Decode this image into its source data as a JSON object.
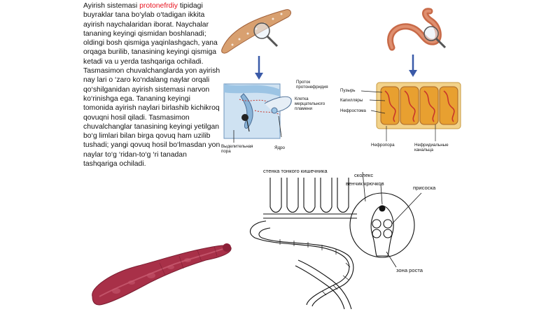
{
  "text": {
    "p1_lead": "Ayirish sistemasi ",
    "p1_highlight": "protonefrdiy",
    "p1_rest": " tipidagi buyraklar tana bo‘ylab o‘tadigan ikkita ayirish naychalaridan iborat. Naychalar tananing keyingi qismidan boshlanadi; oldingi bosh qismiga yaqinlashgach, yana orqaga burilib, tanasining keyingi qismiga ketadi va u yerda tashqariga ochiladi.",
    "p2": "Tasmasimon chuvalchanglarda yon ayirish nay lari o ‘zaro ko‘ndalang naylar orqali qo‘shilganidan ayirish sistemasi narvon ko‘rinishga ega. Tananing keyingi tomonida ayirish naylari birlashib kichikroq qovuqni hosil qiladi. Tasmasimon chuvalchanglar tanasining keyingi yetilgan bo‘g limlari bilan birga qovuq ham uzilib tushadi; yangi qovuq hosil bo‘lmasdan yon naylar to‘g ‘ridan-to‘g ‘ri tanadan tashqariga ochiladi."
  },
  "colors": {
    "highlight": "#e8121e",
    "arrow": "#3a5aa8",
    "worm_pink": "#b0304e",
    "tissue_blue": "#9cc4e4",
    "nephridia_orange": "#e8a030",
    "nephridia_red": "#c8362a"
  },
  "fig_left": {
    "labels": {
      "duct": "Проток\nпротонефридия",
      "flame_cell": "Клетка\nмерцательного\nпламени",
      "pore": "Выделительная\nпора",
      "nucleus": "Ядро"
    }
  },
  "fig_right": {
    "labels": {
      "bladder": "Пузырь",
      "capillaries": "Капилляры",
      "nephrostome": "Нефростома",
      "nephropore": "Нефропора",
      "nephridial_canal": "Нефридиальные\nканальца"
    }
  },
  "fig_tapeworm": {
    "labels": {
      "intestine_wall": "стенка тонкого кишечника",
      "scolex": "сколекс",
      "hook_crown": "венчик крючков",
      "sucker": "присоска",
      "growth_zone": "зона роста"
    }
  }
}
